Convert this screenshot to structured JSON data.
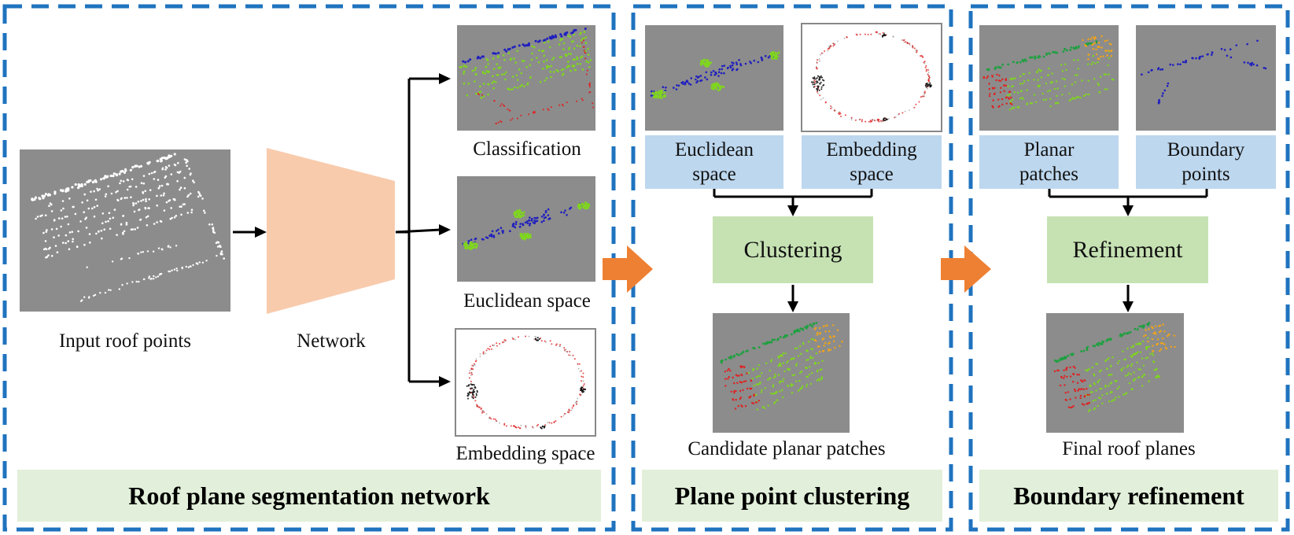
{
  "colors": {
    "panel_border": "#1f73bf",
    "arrow_black": "#000000",
    "arrow_orange": "#ee8033",
    "network_fill": "#f8cbad",
    "gray_bg": "#8c8c8c",
    "euclid_box": "#bdd7ee",
    "method_box": "#c6e2b3",
    "footer_bg": "#e2efda",
    "point_blue": "#1f1fbf",
    "point_green": "#7fd61e",
    "point_red": "#e02020",
    "point_orange": "#f2a516",
    "point_darkgreen": "#1fa040"
  },
  "panel1": {
    "input_label": "Input roof points",
    "network_label": "Network",
    "out1_label": "Classification",
    "out2_label": "Euclidean space",
    "out3_label": "Embedding space",
    "footer": "Roof plane segmentation network"
  },
  "panel2": {
    "box_left": "Euclidean\nspace",
    "box_right": "Embedding\nspace",
    "method": "Clustering",
    "result_label": "Candidate planar patches",
    "footer": "Plane point clustering"
  },
  "panel3": {
    "box_left": "Planar\npatches",
    "box_right": "Boundary\npoints",
    "method": "Refinement",
    "result_label": "Final roof planes",
    "footer": "Boundary refinement"
  }
}
